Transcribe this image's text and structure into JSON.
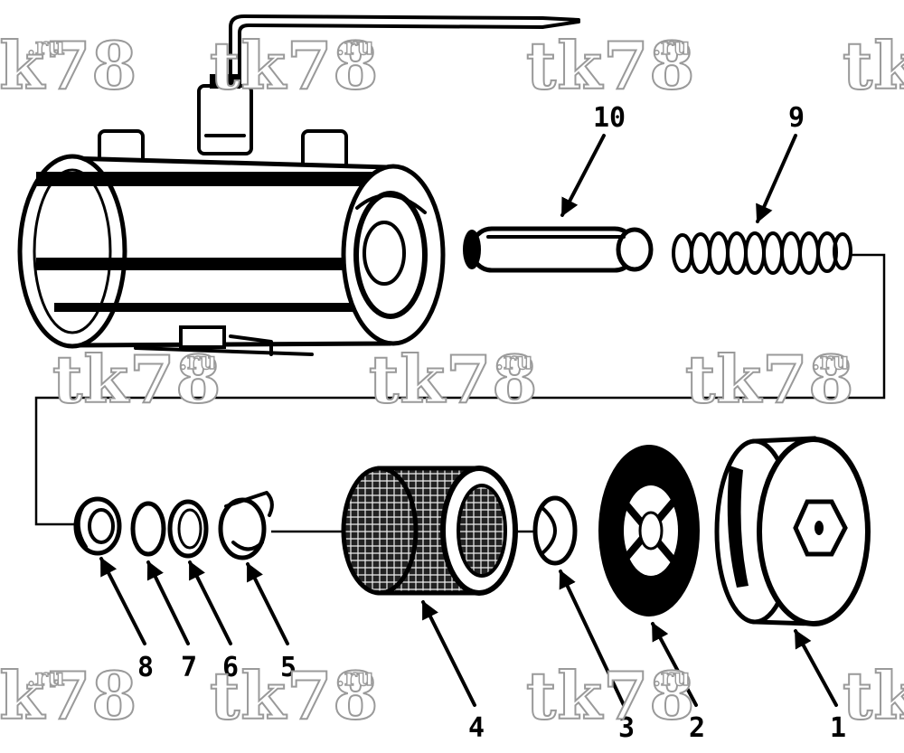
{
  "diagram": {
    "callouts": {
      "p1": "1",
      "p2": "2",
      "p3": "3",
      "p4": "4",
      "p5": "5",
      "p6": "6",
      "p7": "7",
      "p8": "8",
      "p9": "9",
      "p10": "10"
    },
    "watermark": {
      "text": "tk78",
      "suffix": ".ru"
    }
  }
}
